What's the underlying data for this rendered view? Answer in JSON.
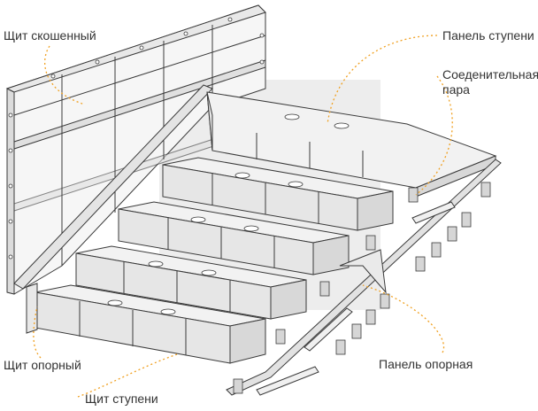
{
  "labels": {
    "shield_slanted": "Щит скошенный",
    "step_panel": "Панель ступени",
    "connecting_pair_line1": "Соеденительная",
    "connecting_pair_line2": "пара",
    "support_shield": "Щит опорный",
    "step_shield": "Щит ступени",
    "support_panel": "Панель опорная"
  },
  "colors": {
    "line": "#3a3a3a",
    "fill_light": "#f4f4f4",
    "fill_mid": "#e2e2e2",
    "leader": "#f0a020",
    "watermark": "#d9d9d9"
  }
}
